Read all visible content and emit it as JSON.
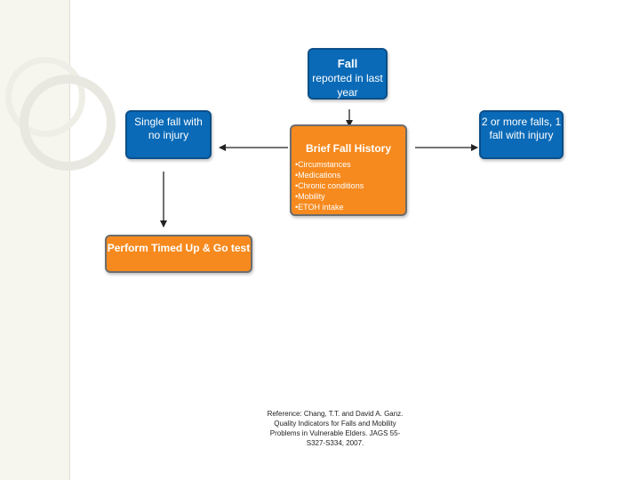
{
  "diagram": {
    "colors": {
      "blue_fill": "#0a6ab7",
      "orange_fill": "#f68a1e",
      "arrow": "#222222"
    },
    "nodes": {
      "fall": {
        "title": "Fall",
        "subtitle": "reported in last year"
      },
      "single": {
        "text": "Single fall with no injury"
      },
      "multi": {
        "text": "2 or more falls, 1 fall with injury"
      },
      "history": {
        "title": "Brief Fall History",
        "items": [
          "Circumstances",
          "Medications",
          "Chronic conditions",
          "Mobility",
          "ETOH intake"
        ]
      },
      "tug": {
        "text": "Perform Timed Up & Go test"
      }
    },
    "reference": "Reference: Chang, T.T. and David A. Ganz. Quality Indicators for Falls and Mobility Problems in Vulnerable Elders. JAGS 55-S327-S334, 2007."
  }
}
